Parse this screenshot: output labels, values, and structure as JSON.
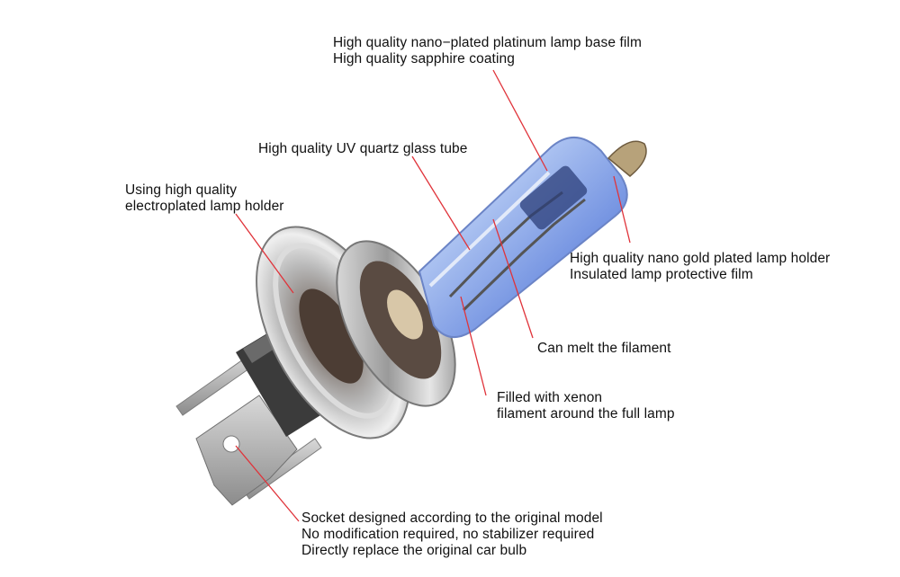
{
  "labels": {
    "base_film": [
      "High quality nano−plated platinum lamp base film",
      "High quality sapphire coating"
    ],
    "glass_tube": [
      "High quality UV quartz glass tube"
    ],
    "holder": [
      "Using high quality",
      "electroplated lamp holder"
    ],
    "gold_holder": [
      "High quality nano gold plated lamp holder",
      "Insulated lamp protective film"
    ],
    "filament": [
      "Can melt the filament"
    ],
    "xenon": [
      "Filled with xenon",
      "filament around the full lamp"
    ],
    "socket": [
      "Socket designed according to the original model",
      "No modification required, no stabilizer required",
      "Directly replace the original car bulb"
    ]
  },
  "colors": {
    "leader_line": "#e0333a",
    "glass_blue": "#8ea9e6",
    "metal": "#c9c9c9",
    "text": "#111111"
  }
}
